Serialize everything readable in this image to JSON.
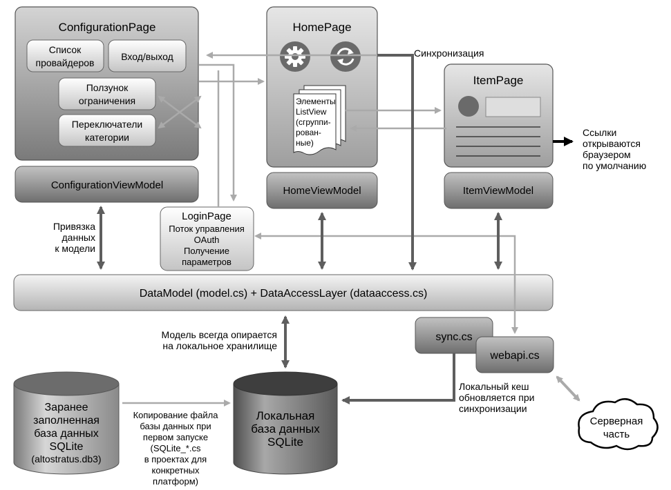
{
  "pages": {
    "configuration": {
      "title": "ConfigurationPage",
      "providers_line1": "Список",
      "providers_line2": "провайдеров",
      "login_logout": "Вход/выход",
      "slider_line1": "Ползунок",
      "slider_line2": "ограничения",
      "switches_line1": "Переключатели",
      "switches_line2": "категории"
    },
    "home": {
      "title": "HomePage",
      "listview_line1": "Элементы",
      "listview_line2": "ListView",
      "listview_line3": "(сгруппи-",
      "listview_line4": "рован-",
      "listview_line5": "ные)"
    },
    "item": {
      "title": "ItemPage"
    },
    "login": {
      "title": "LoginPage",
      "line1": "Поток управления",
      "line2": "OAuth",
      "line3": "Получение",
      "line4": "параметров"
    }
  },
  "viewmodels": {
    "configuration": "ConfigurationViewModel",
    "home": "HomeViewModel",
    "item": "ItemViewModel"
  },
  "datamodel": "DataModel (model.cs) + DataAccessLayer (dataaccess.cs)",
  "sync_file": "sync.cs",
  "webapi_file": "webapi.cs",
  "annotations": {
    "sync_label": "Синхронизация",
    "links_line1": "Ссылки",
    "links_line2": "открываются",
    "links_line3": "браузером",
    "links_line4": "по умолчанию",
    "binding_line1": "Привязка",
    "binding_line2": "данных",
    "binding_line3": "к модели",
    "model_local_line1": "Модель всегда опирается",
    "model_local_line2": "на локальное хранилище",
    "cache_line1": "Локальный кеш",
    "cache_line2": "обновляется при",
    "cache_line3": "синхронизации",
    "copy_line1": "Копирование файла",
    "copy_line2": "базы данных при",
    "copy_line3": "первом запуске",
    "copy_line4": "(SQLite_*.cs",
    "copy_line5": "в проектах для",
    "copy_line6": "конкретных",
    "copy_line7": "платформ)"
  },
  "databases": {
    "prefilled_line1": "Заранее",
    "prefilled_line2": "заполненная",
    "prefilled_line3": "база данных",
    "prefilled_line4": "SQLite",
    "prefilled_file": "(altostratus.db3)",
    "local_line1": "Локальная",
    "local_line2": "база данных",
    "local_line3": "SQLite"
  },
  "server_line1": "Серверная",
  "server_line2": "часть",
  "icons": [
    "gear-icon",
    "sync-icon",
    "listview-pages-icon",
    "item-thumbnail-icon"
  ]
}
